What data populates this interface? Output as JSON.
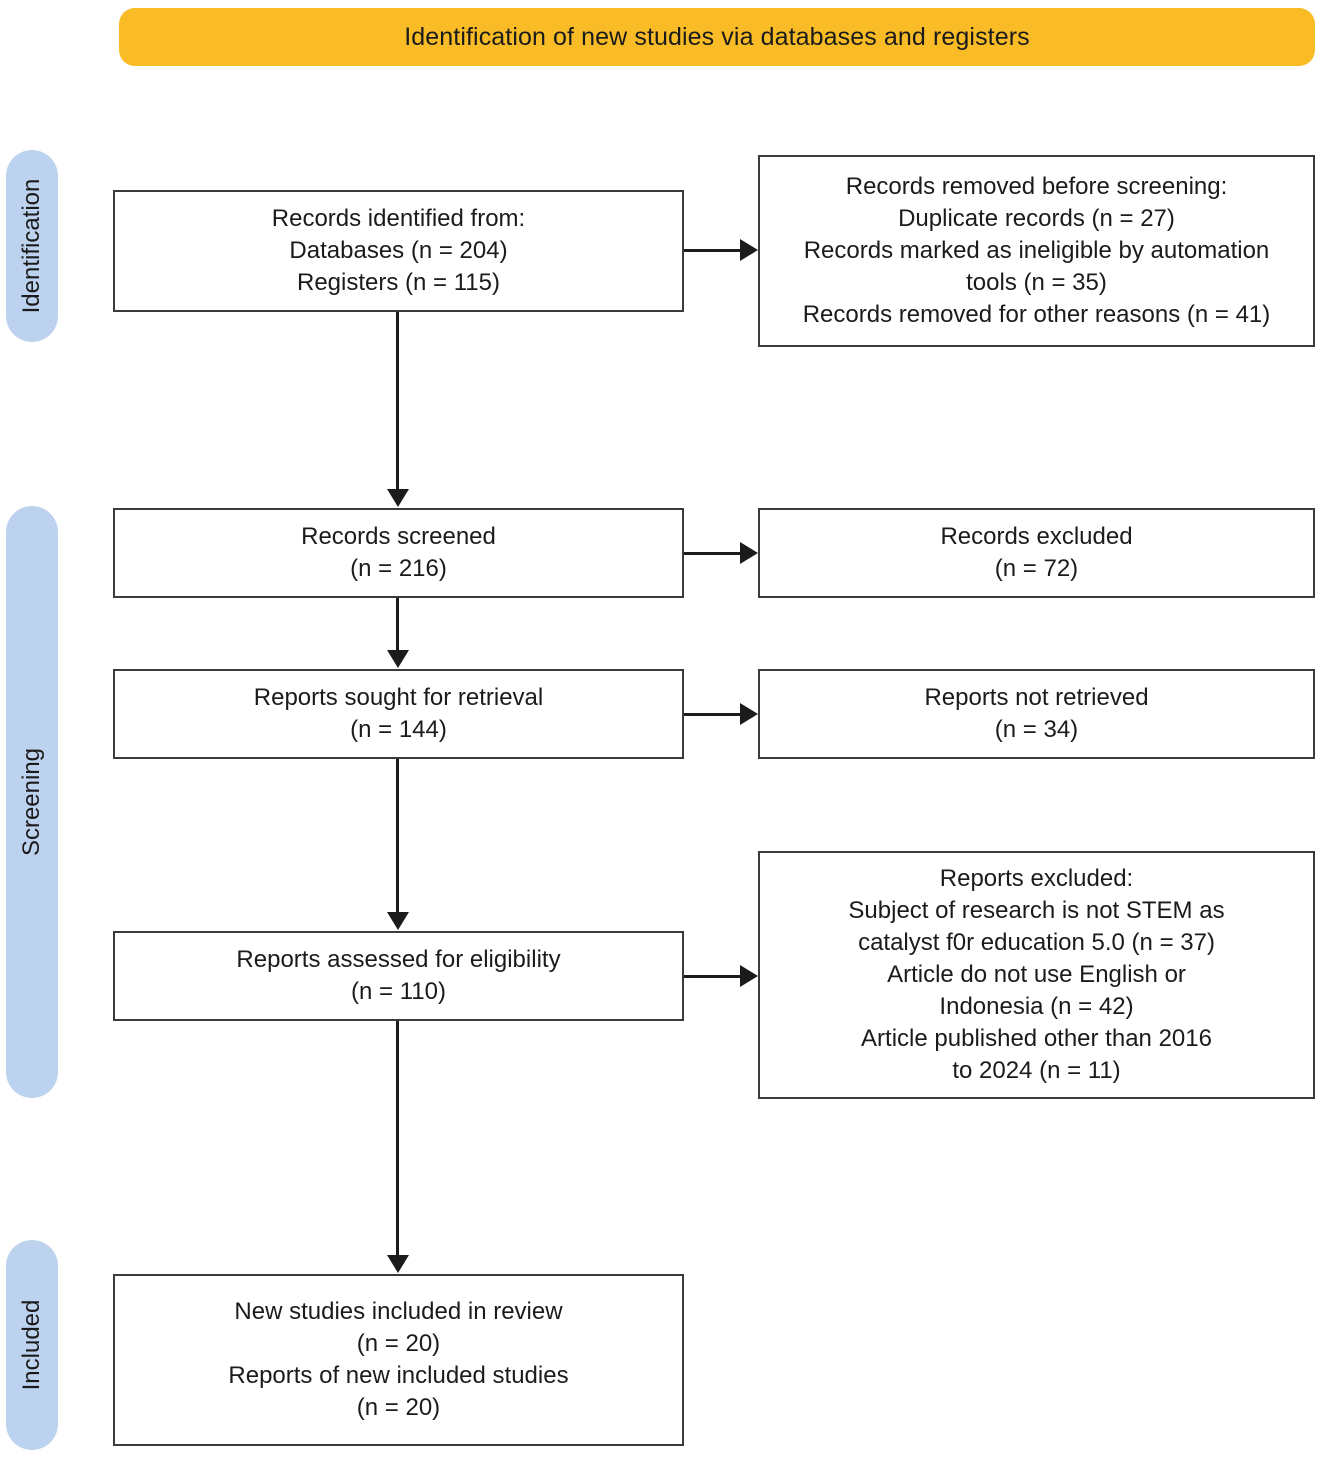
{
  "banner": {
    "title": "Identification of new studies via databases and registers",
    "color": "#f9bc26"
  },
  "stages": {
    "color": "#bdd2ee",
    "identification": "Identification",
    "screening": "Screening",
    "included": "Included"
  },
  "chart_data": {
    "type": "diagram",
    "title": "Identification of new studies via databases and registers",
    "diagram_kind": "PRISMA 2020 flow diagram",
    "stages": [
      "Identification",
      "Screening",
      "Included"
    ],
    "nodes": [
      {
        "id": "identified",
        "stage": "Identification",
        "column": "left",
        "lines": [
          "Records identified from:",
          "Databases (n = 204)",
          "Registers (n = 115)"
        ],
        "values": {
          "Databases": 204,
          "Registers": 115
        }
      },
      {
        "id": "removed",
        "stage": "Identification",
        "column": "right",
        "lines": [
          "Records removed before screening:",
          "Duplicate records (n = 27)",
          "Records marked as ineligible by automation",
          "tools (n = 35)",
          "Records removed for other reasons (n = 41)"
        ],
        "values": {
          "Duplicate records": 27,
          "Marked ineligible by automation tools": 35,
          "Removed for other reasons": 41
        }
      },
      {
        "id": "screened",
        "stage": "Screening",
        "column": "left",
        "lines": [
          "Records screened",
          "(n = 216)"
        ],
        "values": {
          "Records screened": 216
        }
      },
      {
        "id": "excluded-records",
        "stage": "Screening",
        "column": "right",
        "lines": [
          "Records excluded",
          "(n = 72)"
        ],
        "values": {
          "Records excluded": 72
        }
      },
      {
        "id": "sought",
        "stage": "Screening",
        "column": "left",
        "lines": [
          "Reports sought for retrieval",
          "(n = 144)"
        ],
        "values": {
          "Reports sought for retrieval": 144
        }
      },
      {
        "id": "not-retrieved",
        "stage": "Screening",
        "column": "right",
        "lines": [
          "Reports not retrieved",
          "(n = 34)"
        ],
        "values": {
          "Reports not retrieved": 34
        }
      },
      {
        "id": "assessed",
        "stage": "Screening",
        "column": "left",
        "lines": [
          "Reports assessed for eligibility",
          "(n = 110)"
        ],
        "values": {
          "Reports assessed for eligibility": 110
        }
      },
      {
        "id": "reports-excluded",
        "stage": "Screening",
        "column": "right",
        "lines": [
          "Reports excluded:",
          "Subject of research is not STEM as",
          "catalyst f0r education 5.0 (n = 37)",
          "Article do not use English or",
          "Indonesia (n = 42)",
          "Article published other than 2016",
          "to 2024 (n = 11)"
        ],
        "values": {
          "Subject of research is not STEM as catalyst f0r education 5.0": 37,
          "Article do not use English or Indonesia": 42,
          "Article published other than 2016 to 2024": 11
        }
      },
      {
        "id": "included",
        "stage": "Included",
        "column": "left",
        "lines": [
          "New studies included in review",
          "(n = 20)",
          "Reports of new included studies",
          "(n = 20)"
        ],
        "values": {
          "New studies included in review": 20,
          "Reports of new included studies": 20
        }
      }
    ],
    "edges": [
      {
        "from": "identified",
        "to": "removed",
        "direction": "right"
      },
      {
        "from": "identified",
        "to": "screened",
        "direction": "down"
      },
      {
        "from": "screened",
        "to": "excluded-records",
        "direction": "right"
      },
      {
        "from": "screened",
        "to": "sought",
        "direction": "down"
      },
      {
        "from": "sought",
        "to": "not-retrieved",
        "direction": "right"
      },
      {
        "from": "sought",
        "to": "assessed",
        "direction": "down"
      },
      {
        "from": "assessed",
        "to": "reports-excluded",
        "direction": "right"
      },
      {
        "from": "assessed",
        "to": "included",
        "direction": "down"
      }
    ]
  },
  "boxes": {
    "identified": {
      "l0": "Records identified from:",
      "l1": "Databases (n = 204)",
      "l2": "Registers (n = 115)"
    },
    "removed": {
      "l0": "Records removed before screening:",
      "l1": "Duplicate records (n = 27)",
      "l2": "Records marked as ineligible by automation",
      "l3": "tools (n = 35)",
      "l4": "Records removed for other reasons (n = 41)"
    },
    "screened": {
      "l0": "Records screened",
      "l1": "(n = 216)"
    },
    "excluded_records": {
      "l0": "Records excluded",
      "l1": "(n = 72)"
    },
    "sought": {
      "l0": "Reports sought for retrieval",
      "l1": "(n = 144)"
    },
    "not_retrieved": {
      "l0": "Reports not retrieved",
      "l1": "(n = 34)"
    },
    "assessed": {
      "l0": "Reports assessed for eligibility",
      "l1": "(n = 110)"
    },
    "reports_excluded": {
      "l0": "Reports excluded:",
      "l1": "Subject of research is not STEM as",
      "l2": "catalyst f0r education 5.0 (n = 37)",
      "l3": "Article do not use English or",
      "l4": "Indonesia (n = 42)",
      "l5": "Article published other than 2016",
      "l6": "to 2024 (n = 11)"
    },
    "included": {
      "l0": "New studies included in review",
      "l1": "(n = 20)",
      "l2": "Reports of new included studies",
      "l3": "(n = 20)"
    }
  }
}
